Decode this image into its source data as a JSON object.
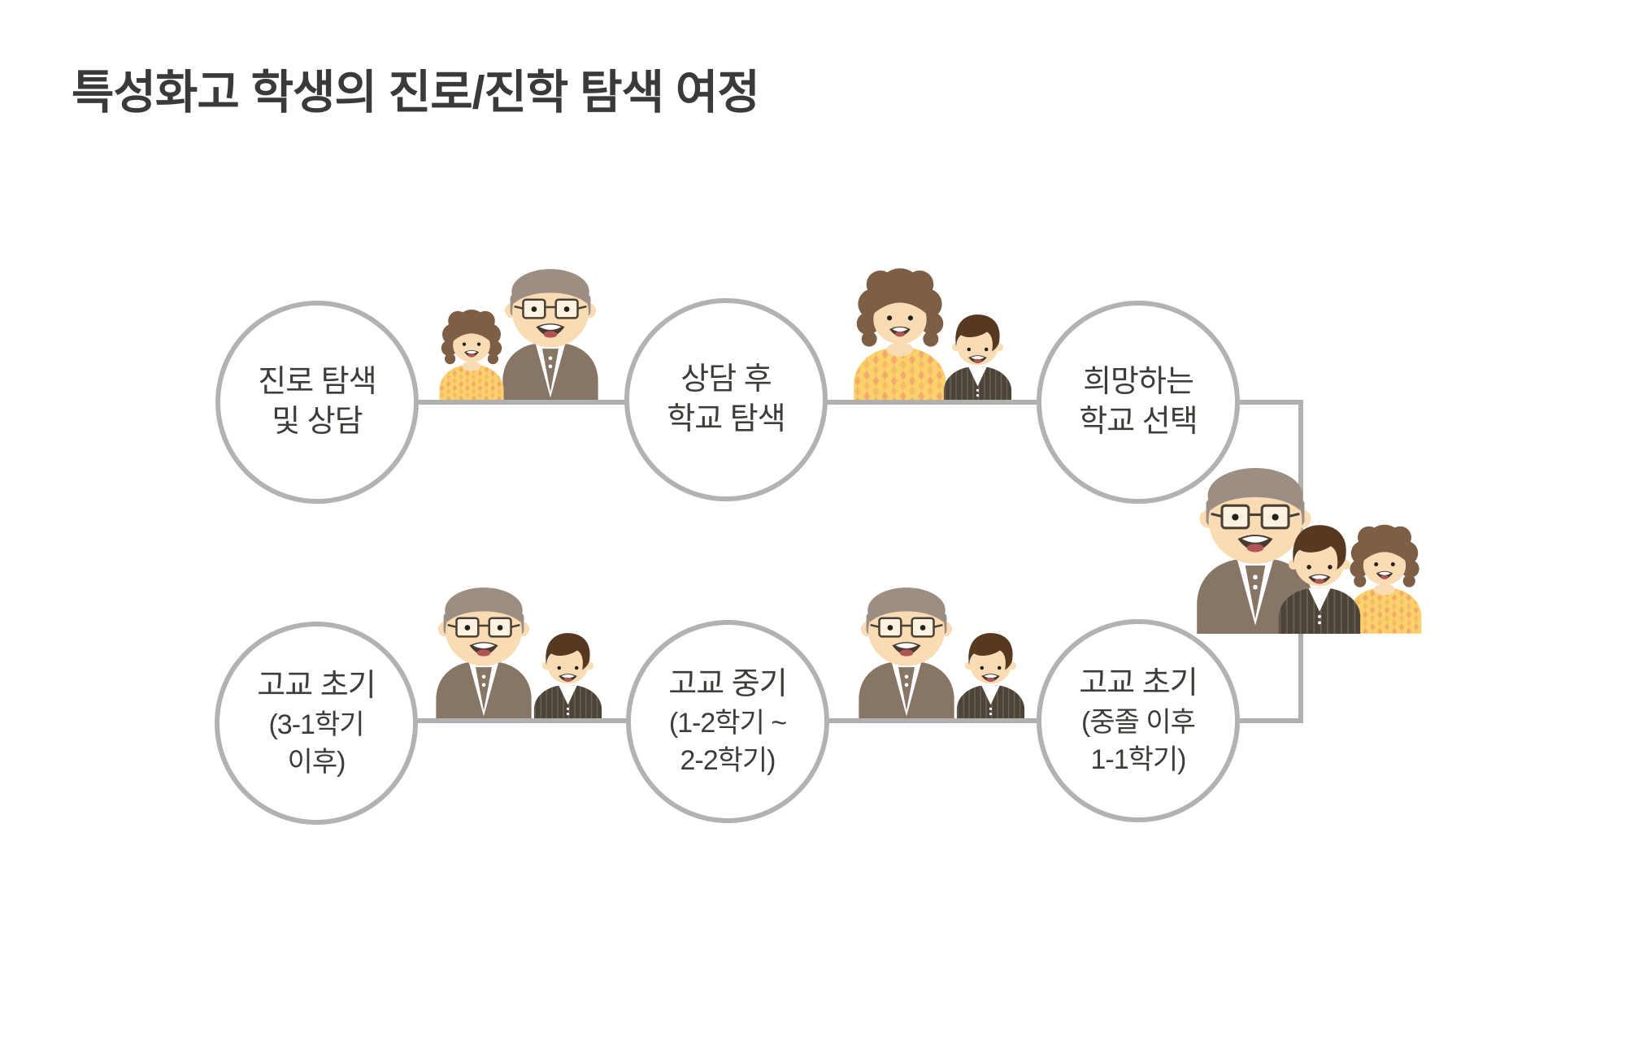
{
  "title": "특성화고 학생의 진로/진학 탐색 여정",
  "steps": [
    {
      "id": "step-1",
      "lines": [
        "진로 탐색",
        "및 상담"
      ]
    },
    {
      "id": "step-2",
      "lines": [
        "상담 후",
        "학교 탐색"
      ]
    },
    {
      "id": "step-3",
      "lines": [
        "희망하는",
        "학교 선택"
      ]
    },
    {
      "id": "step-4",
      "lines": [
        "고교 초기",
        "(3-1학기",
        "이후)"
      ]
    },
    {
      "id": "step-5",
      "lines": [
        "고교 중기",
        "(1-2학기 ~",
        "2-2학기)"
      ]
    },
    {
      "id": "step-6",
      "lines": [
        "고교 초기",
        "(중졸 이후",
        "1-1학기)"
      ]
    }
  ],
  "illustrations": {
    "pair_top_left": "mother-and-father",
    "pair_top_right": "mother-and-son",
    "family_right": "father-son-mother-family",
    "pair_bottom_left": "father-and-son",
    "pair_bottom_right": "father-and-son"
  },
  "colors": {
    "background": "#ffffff",
    "title_text": "#3a3a3a",
    "node_text": "#3f3c38",
    "circle_border": "#b2b2b2",
    "connector_line": "#b0b0b0",
    "skin": "#fadcb4",
    "father_hair": "#9c8e83",
    "father_suit": "#877565",
    "mother_hair": "#7d5e46",
    "mother_shirt": "#fbd169",
    "mother_shirt_pattern": "#f4a96e",
    "boy_hair": "#573922",
    "boy_suit": "#4c4339"
  }
}
